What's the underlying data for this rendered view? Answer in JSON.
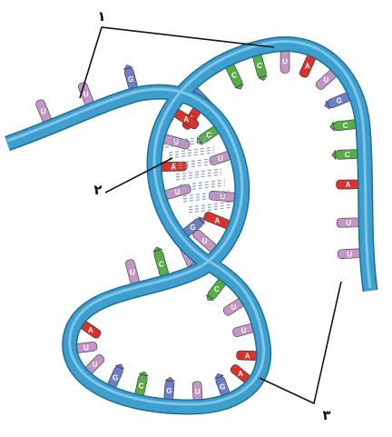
{
  "labels": {
    "one": "۱",
    "two": "۲",
    "three": "۳"
  },
  "colors": {
    "backbone": "#3e9fcf",
    "backbone_light": "#8fd0ec",
    "adenine": "#d8322c",
    "uracil": "#c595c6",
    "guanine": "#6d7ec8",
    "cytosine": "#57ae47",
    "hbond": "#8da0c0",
    "leader": "#111111"
  },
  "base_letters": {
    "A": "A",
    "U": "U",
    "G": "G",
    "C": "C"
  }
}
